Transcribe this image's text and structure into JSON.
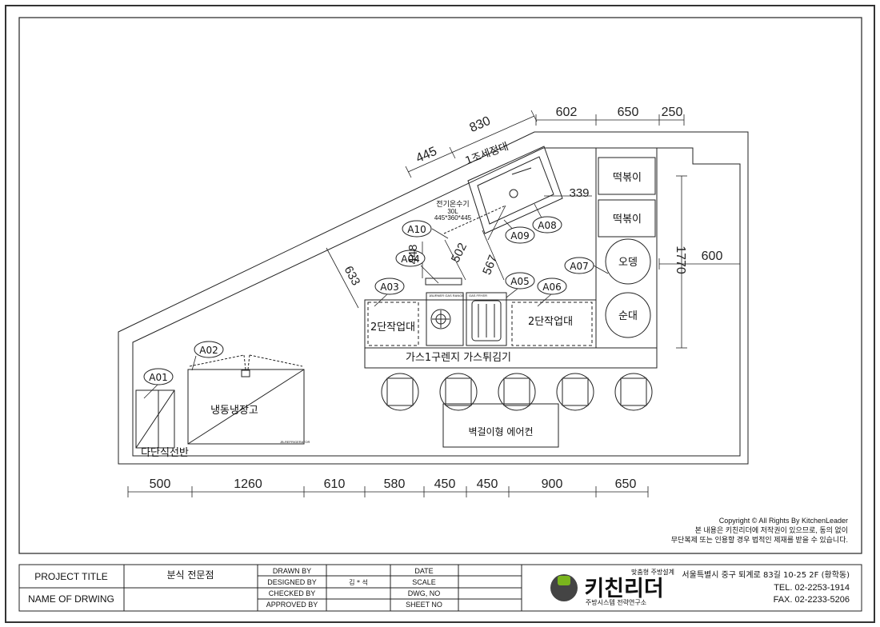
{
  "plan": {
    "top_dims": [
      "602",
      "650",
      "250"
    ],
    "diag_dims": [
      "445",
      "830"
    ],
    "bottom_dims": [
      "500",
      "1260",
      "610",
      "580",
      "450",
      "450",
      "900",
      "650"
    ],
    "right_dims": [
      "1770",
      "600"
    ],
    "inner_dims": [
      "633",
      "448",
      "502",
      "567",
      "339"
    ],
    "water_heater": {
      "line1": "전기온수기",
      "line2": "30L",
      "line3": "445*360*445"
    },
    "codes": [
      "A01",
      "A02",
      "A03",
      "A04",
      "A05",
      "A06",
      "A07",
      "A08",
      "A09",
      "A10"
    ],
    "labels": {
      "sink": "1조세정대",
      "tteok1": "떡볶이",
      "tteok2": "떡볶이",
      "oden": "오뎅",
      "sundae": "순대",
      "work_left": "2단작업대",
      "work_right": "2단작업대",
      "range_fryer": "가스1구렌지 가스튀김기",
      "freezer": "냉동냉장고",
      "shelf": "다단식선반",
      "aircon": "벽걸이형 에어컨"
    },
    "tiny": {
      "freezer_tag": "JB-REFRIGERATOR",
      "range_tag": "1BURNER GAS RANGE",
      "fryer_tag": "GAS FRYER"
    }
  },
  "copyright": {
    "line1": "Copyright © All Rights By KitchenLeader",
    "line2": "본 내용은 키친리더에 저작권이 있으므로, 동의 없이",
    "line3": "무단복제 또는 인용할 경우 법적인 제재를 받을 수 있습니다."
  },
  "title_block": {
    "project_title_label": "PROJECT TITLE",
    "project_title_value": "분식 전문점",
    "name_label": "NAME OF DRWING",
    "drawn_by": "DRAWN BY",
    "designed_by": "DESIGNED BY",
    "designer": "김 * 석",
    "checked_by": "CHECKED BY",
    "approved_by": "APPROVED BY",
    "date": "DATE",
    "scale": "SCALE",
    "dwg_no": "DWG, NO",
    "sheet_no": "SHEET NO"
  },
  "company": {
    "slogan": "맞춤형 주방설계",
    "name": "키친리더",
    "sub": "주방시스템 전략연구소",
    "address": "서울특별시 중구 퇴계로 83길 10-25 2F (황학동)",
    "tel": "TEL. 02-2253-1914",
    "fax": "FAX. 02-2233-5206",
    "brand_green": "#7ab51d",
    "brand_gray": "#444444"
  }
}
